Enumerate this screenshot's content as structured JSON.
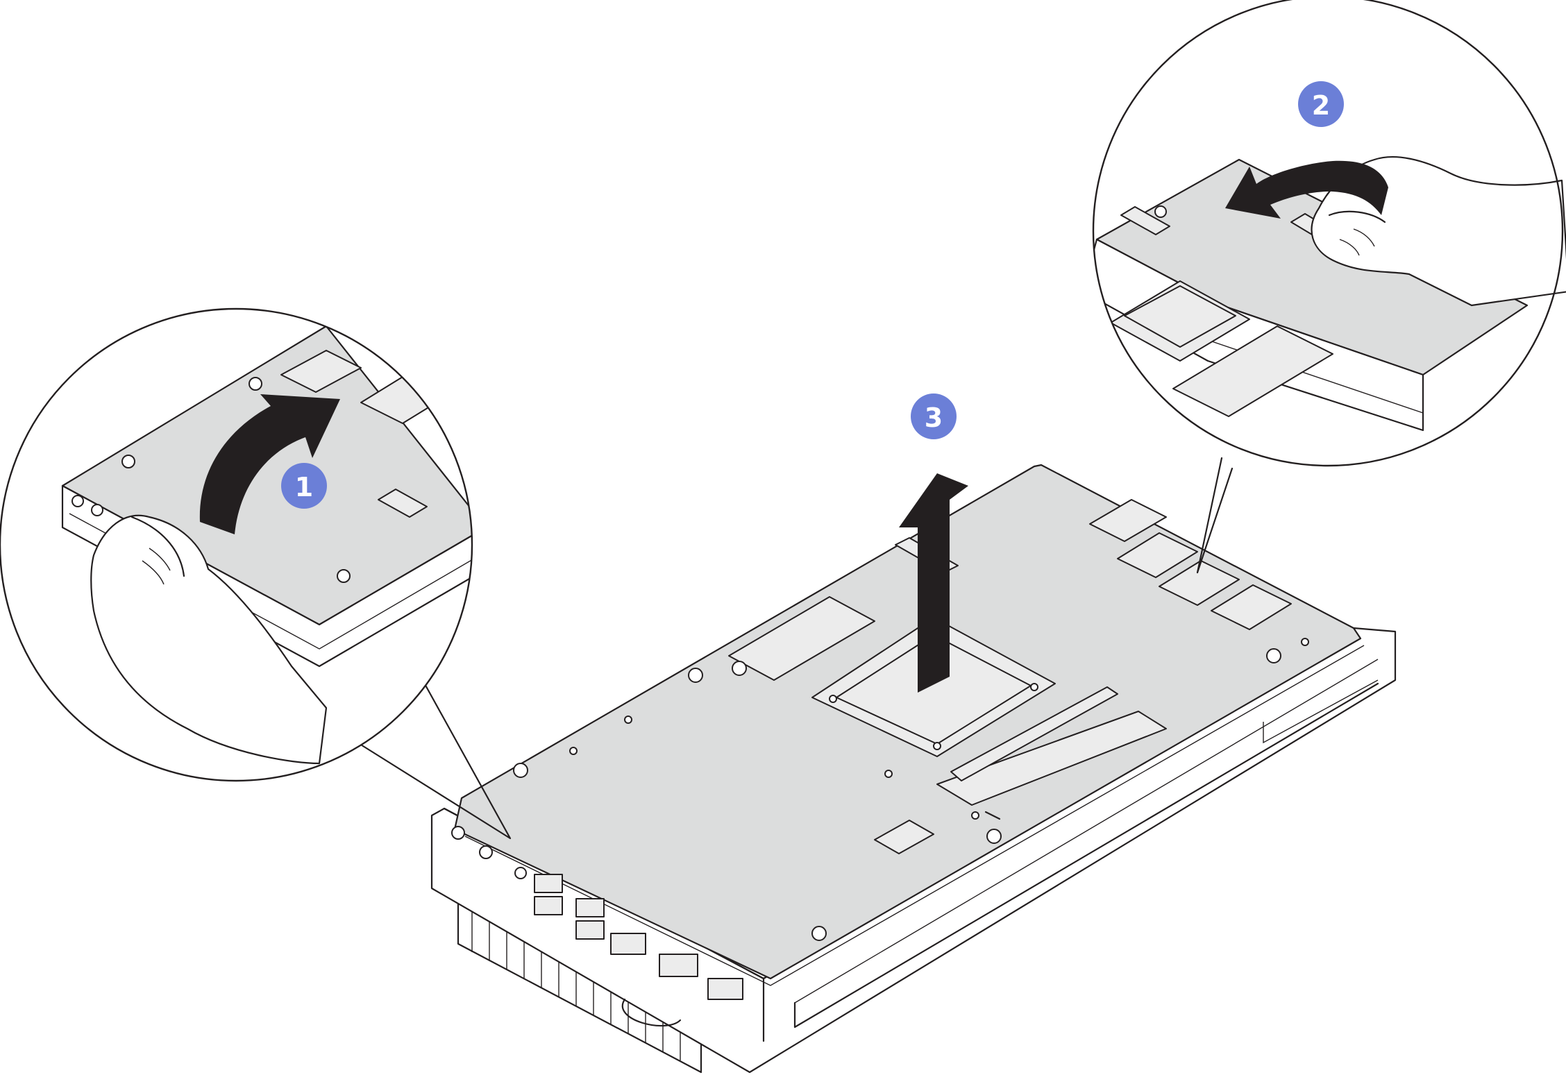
{
  "callouts": [
    {
      "id": 1,
      "label": "1",
      "meaning": "rotate-board-edge-up"
    },
    {
      "id": 2,
      "label": "2",
      "meaning": "pull-board-side-out"
    },
    {
      "id": 3,
      "label": "3",
      "meaning": "lift-board-out"
    }
  ],
  "colors": {
    "callout_fill": "#6b7fd7",
    "callout_text": "#ffffff",
    "line": "#231f20",
    "board_fill": "#dcdddd",
    "background": "#ffffff"
  },
  "icons": [
    "curved-arrow-icon",
    "up-arrow-icon",
    "hand-icon"
  ]
}
